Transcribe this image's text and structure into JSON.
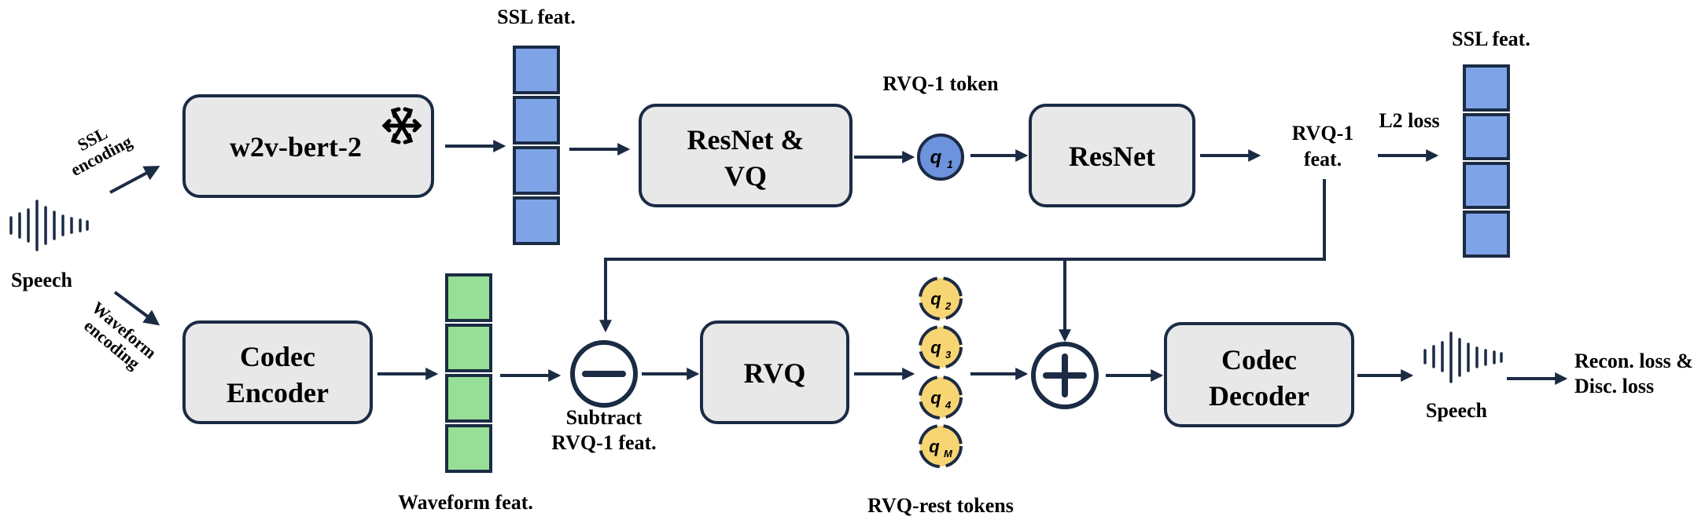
{
  "colors": {
    "stroke": "#1b2b44",
    "box_fill": "#e8e8e8",
    "ssl_feat": "#7ea3e6",
    "waveform_feat": "#97de97",
    "rvq1_token": "#6d93de",
    "rvq_rest_token": "#f7d573"
  },
  "labels": {
    "ssl_feat_top": "SSL feat.",
    "rvq1_token": "RVQ-1 token",
    "ssl_feat_right": "SSL feat.",
    "l2_loss": "L2 loss",
    "rvq1_feat_line1": "RVQ-1",
    "rvq1_feat_line2": "feat.",
    "ssl_encoding_line1": "SSL",
    "ssl_encoding_line2": "encoding",
    "speech_input": "Speech",
    "waveform_encoding_line1": "Waveform",
    "waveform_encoding_line2": "encoding",
    "subtract_line1": "Subtract",
    "subtract_line2": "RVQ-1 feat.",
    "waveform_feat": "Waveform feat.",
    "rvq_rest_tokens": "RVQ-rest tokens",
    "speech_output": "Speech",
    "loss_line1": "Recon. loss &",
    "loss_line2": "Disc. loss"
  },
  "boxes": {
    "w2v": "w2v-bert-2",
    "resnet_vq_line1": "ResNet &",
    "resnet_vq_line2": "VQ",
    "resnet": "ResNet",
    "codec_encoder_line1": "Codec",
    "codec_encoder_line2": "Encoder",
    "rvq": "RVQ",
    "codec_decoder_line1": "Codec",
    "codec_decoder_line2": "Decoder"
  },
  "tokens": {
    "q1": "q",
    "q1_sub": "1",
    "rest": [
      {
        "q": "q",
        "sub": "2"
      },
      {
        "q": "q",
        "sub": "3"
      },
      {
        "q": "q",
        "sub": "4"
      },
      {
        "q": "q",
        "sub": "M"
      }
    ]
  },
  "icons": {
    "frozen": "snowflake-icon",
    "speech": "waveform-icon",
    "subtract": "minus-circle-icon",
    "add": "plus-circle-icon"
  }
}
